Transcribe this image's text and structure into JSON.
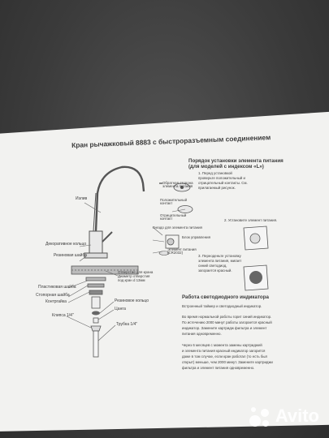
{
  "document": {
    "title": "Кран рычажковый 8883 с быстроразъемным соединением",
    "faucet_labels": {
      "spout": "Излив",
      "decor_ring": "Декоративное кольцо",
      "rubber_washer_top": "Резиновая шайба",
      "hole_note_1": "Отверстие для крана",
      "hole_note_2": "Диаметр отверстия",
      "hole_note_3": "под кран d 13мм",
      "plastic_washer": "Пластиковая шайба",
      "stop_washer": "Стопорная шайба",
      "lock_nut": "Контргайка",
      "rubber_ring": "Резиновое кольцо",
      "collet": "Цанга",
      "clip": "Клипса 1/4\"",
      "tube": "Трубка 1/4\""
    },
    "battery": {
      "heading_1": "Порядок установки элемента питания",
      "heading_2": "(для моделей с индексом «L»)",
      "step1_lines": [
        "1. Перед установкой",
        "проверьте положительный и",
        "отрицательный контакты. См.",
        "прилагаемый рисунок."
      ],
      "label_back": "Обратная сторона элемента питания",
      "label_pos": "Положительный контакт",
      "label_neg": "Отрицательный контакт",
      "step2": "2. Установите элемент питания.",
      "label_socket": "Гнездо для элемента питания",
      "label_block": "Блок управления",
      "label_cell": "Элемент питания (CR2032)",
      "step3_lines": [
        "3. Переоденьте установку",
        "элемента питания, мигает",
        "синий светодиод,",
        "загорается красный."
      ]
    },
    "indicator": {
      "heading": "Работа светодиодного индикатора",
      "lines": [
        "Встроенный таймер и светодиодный индикатор.",
        "Во время нормальной работы горит синий индикатор.",
        "По истечению 2000 минут работы загорается красный",
        "индикатор. Замените картридж фильтра и элемент",
        "питания одновременно.",
        "Через 6 месяцев с момента замены картриджей",
        "и элемента питания красный индикатор загорится",
        "даже в том случае, если кран работал (то есть был",
        "открыт) меньше, чем 2000 минут. Замените картриджи",
        "фильтра и элемент питания одновременно."
      ]
    }
  },
  "watermark": {
    "text": "Avito"
  }
}
